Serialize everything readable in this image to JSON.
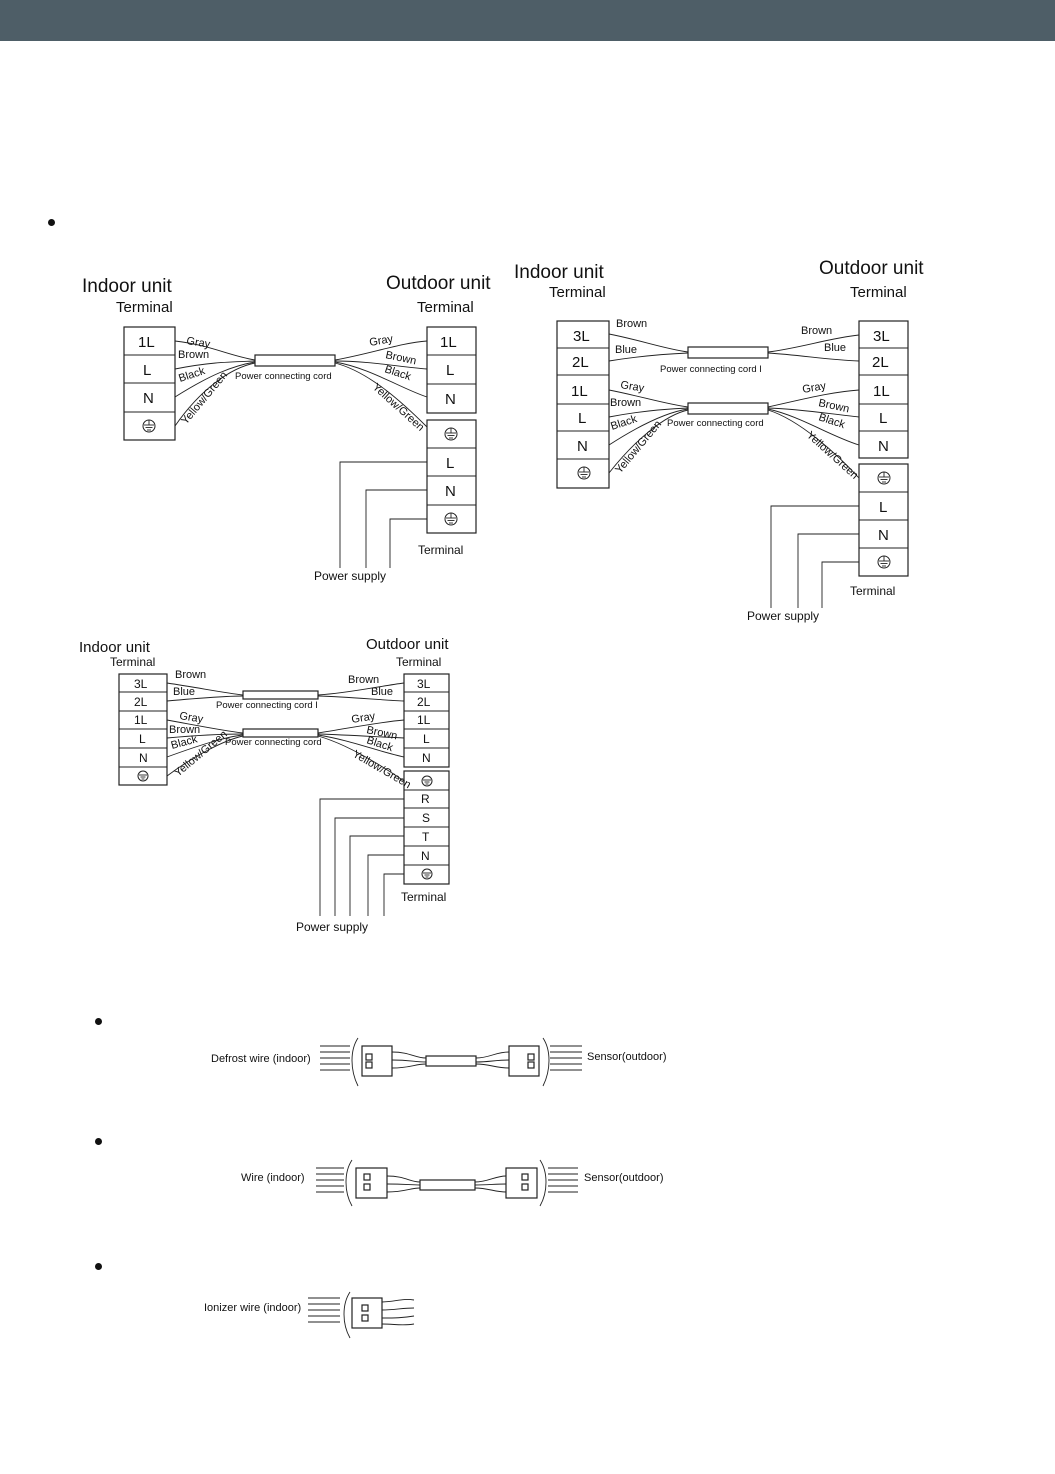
{
  "header": {
    "bar_color": "#4e5e67"
  },
  "d1": {
    "indoor": "Indoor unit",
    "indoor_term": "Terminal",
    "outdoor": "Outdoor unit",
    "outdoor_term": "Terminal",
    "indoor_terms": [
      "1L",
      "L",
      "N"
    ],
    "outdoor_terms": [
      "1L",
      "L",
      "N"
    ],
    "supply_terms": [
      "L",
      "N"
    ],
    "wires_left": [
      "Gray",
      "Brown",
      "Black",
      "Yellow/Green"
    ],
    "wires_right": [
      "Gray",
      "Brown",
      "Black",
      "Yellow/Green"
    ],
    "cord": "Power connecting cord",
    "supply_terminal": "Terminal",
    "power_supply": "Power supply"
  },
  "d2": {
    "indoor": "Indoor unit",
    "indoor_term": "Terminal",
    "outdoor": "Outdoor unit",
    "outdoor_term": "Terminal",
    "indoor_terms": [
      "3L",
      "2L",
      "1L",
      "L",
      "N"
    ],
    "outdoor_terms": [
      "3L",
      "2L",
      "1L",
      "L",
      "N"
    ],
    "supply_terms": [
      "L",
      "N"
    ],
    "wires_left_a": [
      "Brown",
      "Blue"
    ],
    "wires_right_a": [
      "Brown",
      "Blue"
    ],
    "wires_left_b": [
      "Gray",
      "Brown",
      "Black",
      "Yellow/Green"
    ],
    "wires_right_b": [
      "Gray",
      "Brown",
      "Black",
      "Yellow/Green"
    ],
    "cord_a": "Power connecting cord I",
    "cord_b": "Power connecting cord",
    "supply_terminal": "Terminal",
    "power_supply": "Power supply"
  },
  "d3": {
    "indoor": "Indoor unit",
    "indoor_term": "Terminal",
    "outdoor": "Outdoor unit",
    "outdoor_term": "Terminal",
    "indoor_terms": [
      "3L",
      "2L",
      "1L",
      "L",
      "N"
    ],
    "outdoor_terms": [
      "3L",
      "2L",
      "1L",
      "L",
      "N"
    ],
    "supply_terms": [
      "R",
      "S",
      "T",
      "N"
    ],
    "wires_left_a": [
      "Brown",
      "Blue"
    ],
    "wires_right_a": [
      "Brown",
      "Blue"
    ],
    "wires_left_b": [
      "Gray",
      "Brown",
      "Black",
      "Yellow/Green"
    ],
    "wires_right_b": [
      "Gray",
      "Brown",
      "Black",
      "Yellow/Green"
    ],
    "cord_a": "Power connecting cord I",
    "cord_b": "Power connecting cord",
    "supply_terminal": "Terminal",
    "power_supply": "Power supply"
  },
  "connectors": {
    "defrost_left": "Defrost wire (indoor)",
    "defrost_right": "Sensor(outdoor)",
    "wire_left": "Wire (indoor)",
    "wire_right": "Sensor(outdoor)",
    "ionizer_left": "Ionizer wire (indoor)"
  }
}
